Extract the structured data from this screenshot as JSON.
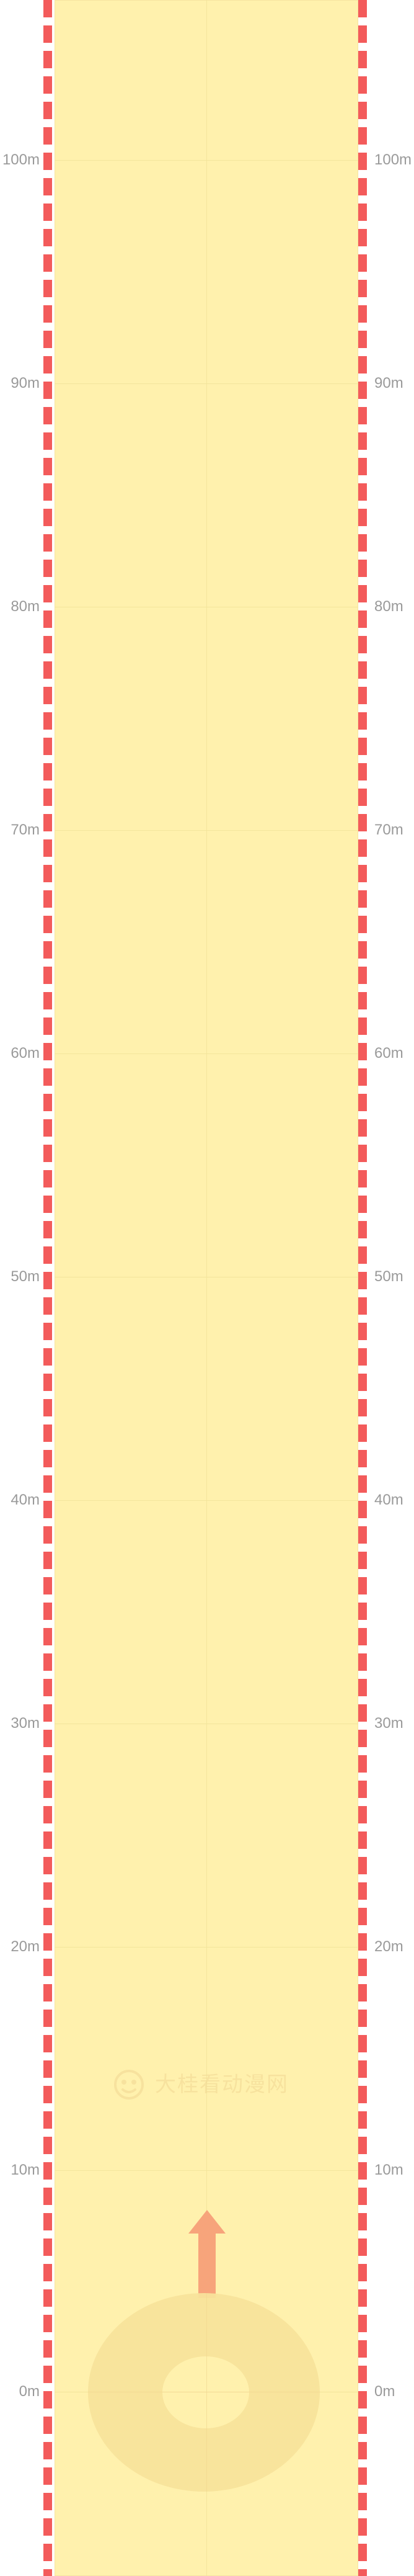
{
  "track": {
    "marks": [
      {
        "meters": 100,
        "label": "100m"
      },
      {
        "meters": 90,
        "label": "90m"
      },
      {
        "meters": 80,
        "label": "80m"
      },
      {
        "meters": 70,
        "label": "70m"
      },
      {
        "meters": 60,
        "label": "60m"
      },
      {
        "meters": 50,
        "label": "50m"
      },
      {
        "meters": 40,
        "label": "40m"
      },
      {
        "meters": 30,
        "label": "30m"
      },
      {
        "meters": 20,
        "label": "20m"
      },
      {
        "meters": 10,
        "label": "10m"
      },
      {
        "meters": 0,
        "label": "0m"
      }
    ]
  },
  "watermark": {
    "text": "大桂看动漫网"
  },
  "colors": {
    "track_fill": "#fff1ad",
    "edge_dash": "#f35b5b",
    "label_text": "#9a9a9a",
    "start_zone": "#f8e39b",
    "arrow": "#f7a47b"
  },
  "icons": {
    "direction": "arrow-up-icon"
  }
}
